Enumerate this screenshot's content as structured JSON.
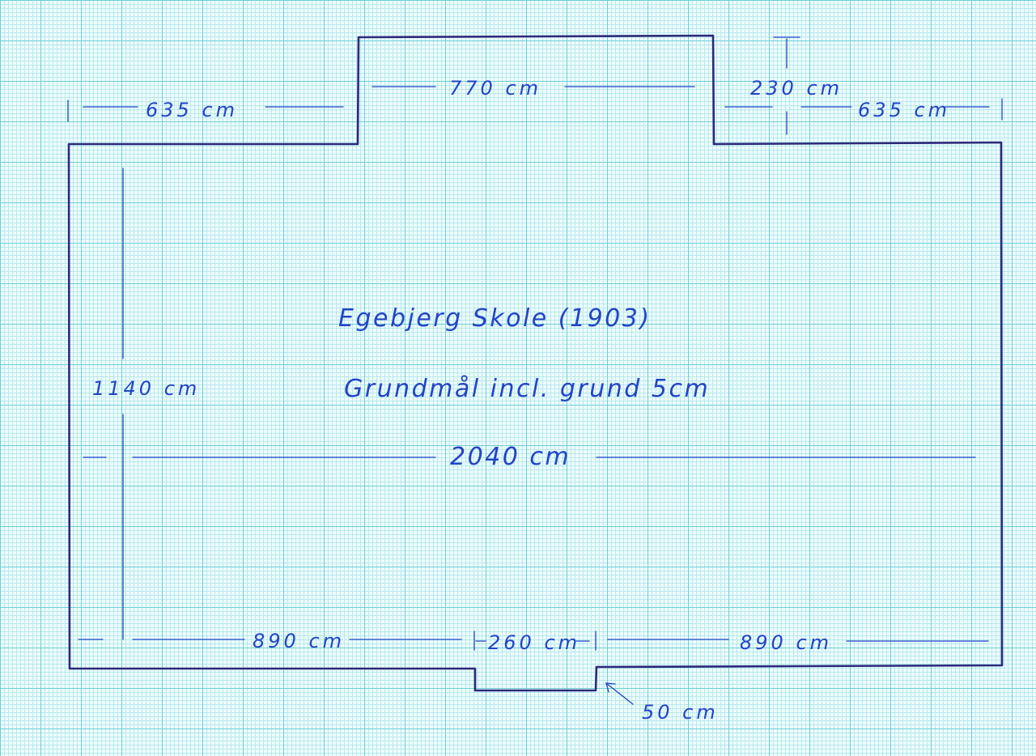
{
  "title": "Egebjerg Skole (1903)",
  "subtitle": "Grundmål incl. grund 5cm",
  "dimensions": {
    "top_left": "635 cm",
    "top_middle": "770 cm",
    "top_depth": "230 cm",
    "top_right": "635 cm",
    "height": "1140 cm",
    "width": "2040 cm",
    "bottom_left": "890 cm",
    "bottom_middle": "260 cm",
    "bottom_right": "890 cm",
    "bottom_depth": "50 cm"
  },
  "colors": {
    "ink": "#2344c8",
    "wall": "#2b2a7a",
    "grid": "#6fcfd8",
    "paper": "#eefbfb"
  }
}
